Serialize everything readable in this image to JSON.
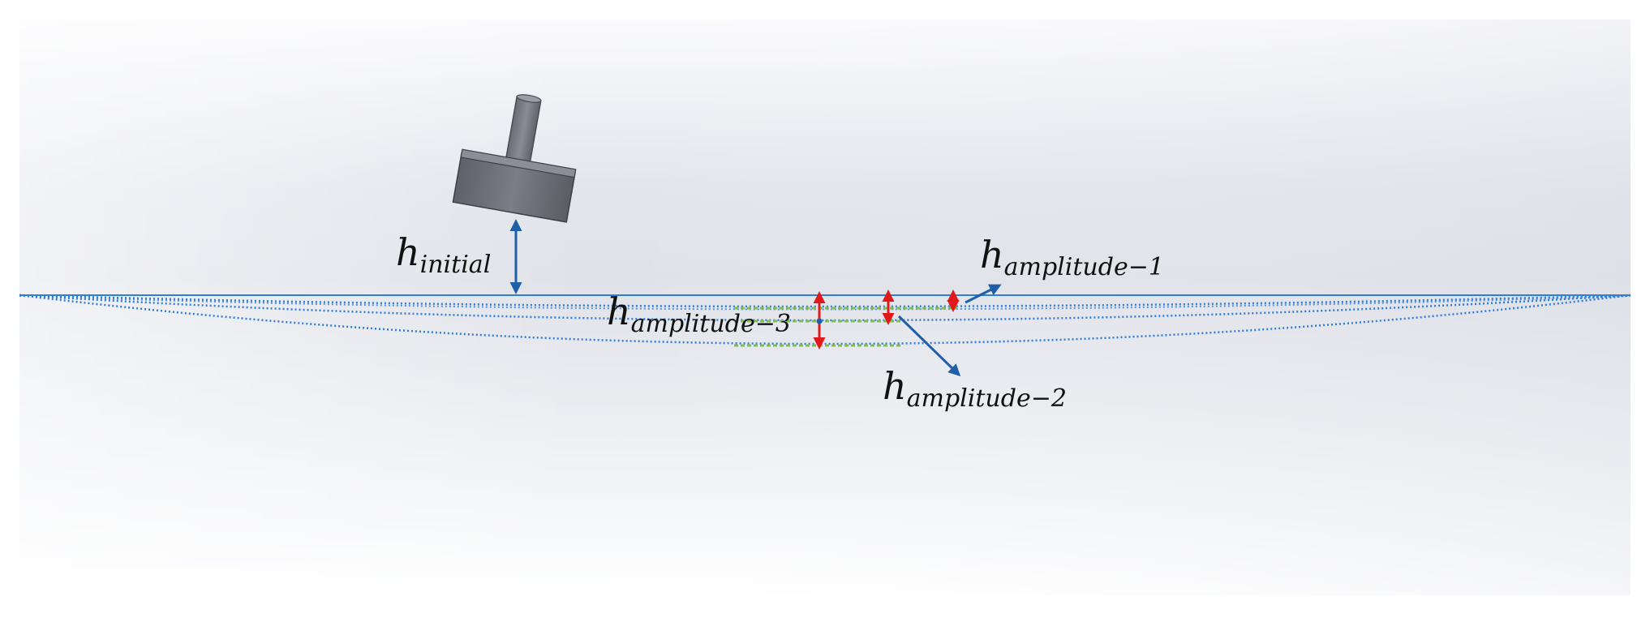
{
  "colors": {
    "blue_line": "#2f7ed8",
    "blue_arrow": "#1f5fa8",
    "red_arrow": "#e0191b",
    "green_dash": "#7dc243",
    "impactor": "#6e6f78"
  },
  "labels": {
    "h_initial": {
      "main": "h",
      "sub": "initial"
    },
    "h_amplitude_1": {
      "main": "h",
      "sub": "amplitude−1"
    },
    "h_amplitude_2": {
      "main": "h",
      "sub": "amplitude−2"
    },
    "h_amplitude_3": {
      "main": "h",
      "sub": "amplitude−3"
    }
  }
}
